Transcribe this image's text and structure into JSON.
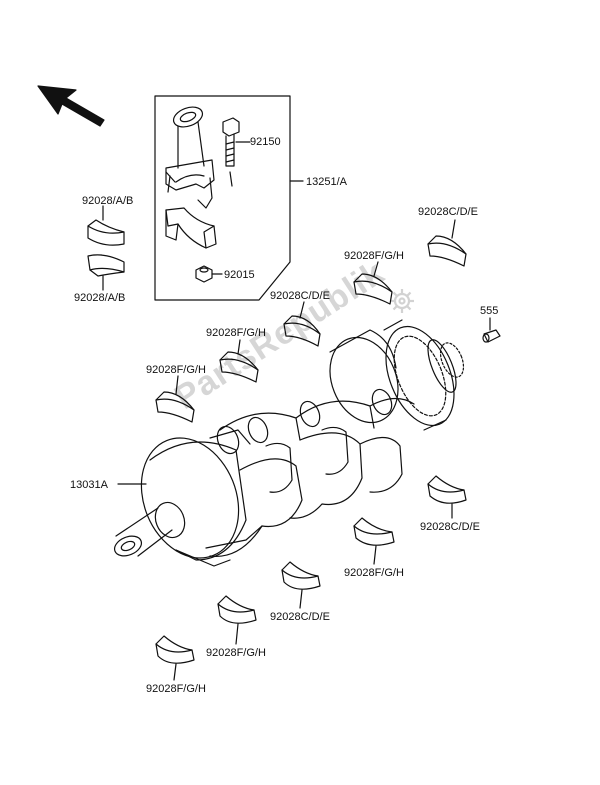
{
  "labels": {
    "rod_bolt": "92150",
    "rod_assy": "13251/A",
    "rod_nut": "92015",
    "bearing_ab_top": "92028/A/B",
    "bearing_ab_bottom": "92028/A/B",
    "bearing_cde_top_right": "92028C/D/E",
    "bearing_fgh_upper": "92028F/G/H",
    "bearing_cde_upper_mid": "92028C/D/E",
    "bearing_fgh_mid_left": "92028F/G/H",
    "bearing_fgh_left": "92028F/G/H",
    "pin": "555",
    "crankshaft": "13031A",
    "bearing_cde_lower_right": "92028C/D/E",
    "bearing_fgh_lower_right": "92028F/G/H",
    "bearing_cde_bottom_mid": "92028C/D/E",
    "bearing_fgh_bottom_mid": "92028F/G/H",
    "bearing_fgh_bottom": "92028F/G/H"
  },
  "watermark": "PartsRepublik",
  "colors": {
    "line": "#111111",
    "watermark": "#d6d6d6"
  },
  "icons": {
    "direction": "front-arrow-icon",
    "watermark_logo": "gear-icon"
  }
}
